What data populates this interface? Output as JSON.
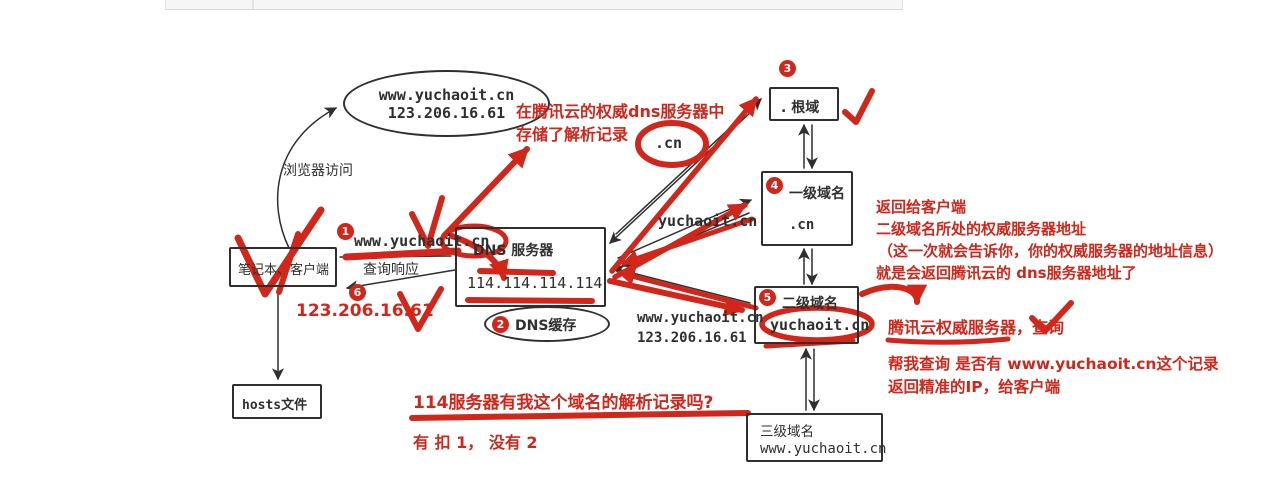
{
  "colors": {
    "red": "#d3261b",
    "ink": "#2f2f2f"
  },
  "steps": [
    "1",
    "2",
    "3",
    "4",
    "5",
    "6"
  ],
  "diagram": {
    "result_ellipse": {
      "domain": "www.yuchaoit.cn",
      "ip": "123.206.16.61"
    },
    "browser_label": "浏览器访问",
    "client_box_label": "笔记本、客户端",
    "hosts_box_label": "hosts文件",
    "query_domain": "www.yuchaoit.cn",
    "query_response_label": "查询响应",
    "returned_ip": "123.206.16.61",
    "dns_box": {
      "title": "DNS 服务器",
      "ip": "114.114.114.114"
    },
    "dns_cache_label": "DNS缓存",
    "root_box_label": ". 根域",
    "tld_box": {
      "title": "一级域名",
      "value": ".cn"
    },
    "sld_box": {
      "title": "二级域名",
      "value": "yuchaoit.cn"
    },
    "third_box": {
      "title": "三级域名",
      "value": "www.yuchaoit.cn"
    },
    "cn_label": ".cn",
    "tld_query_label": "yuchaoit.cn",
    "sld_query_domain": "www.yuchaoit.cn",
    "sld_query_ip": "123.206.16.61"
  },
  "annotations": {
    "store_line1": "在腾讯云的权威dns服务器中",
    "store_line2": "存储了解析记录",
    "return_line1": "返回给客户端",
    "return_line2": "二级域名所处的权威服务器地址",
    "return_line3": "（这一次就会告诉你，你的权威服务器的地址信息）",
    "return_line4": "就是会返回腾讯云的 dns服务器地址了",
    "tencent_auth": "腾讯云权威服务器，查询",
    "help_line1": "帮我查询 是否有 www.yuchaoit.cn这个记录",
    "help_line2": "返回精准的IP，给客户端",
    "q114": "114服务器有我这个域名的解析记录吗?",
    "score": "有 扣 1， 没有 2"
  }
}
